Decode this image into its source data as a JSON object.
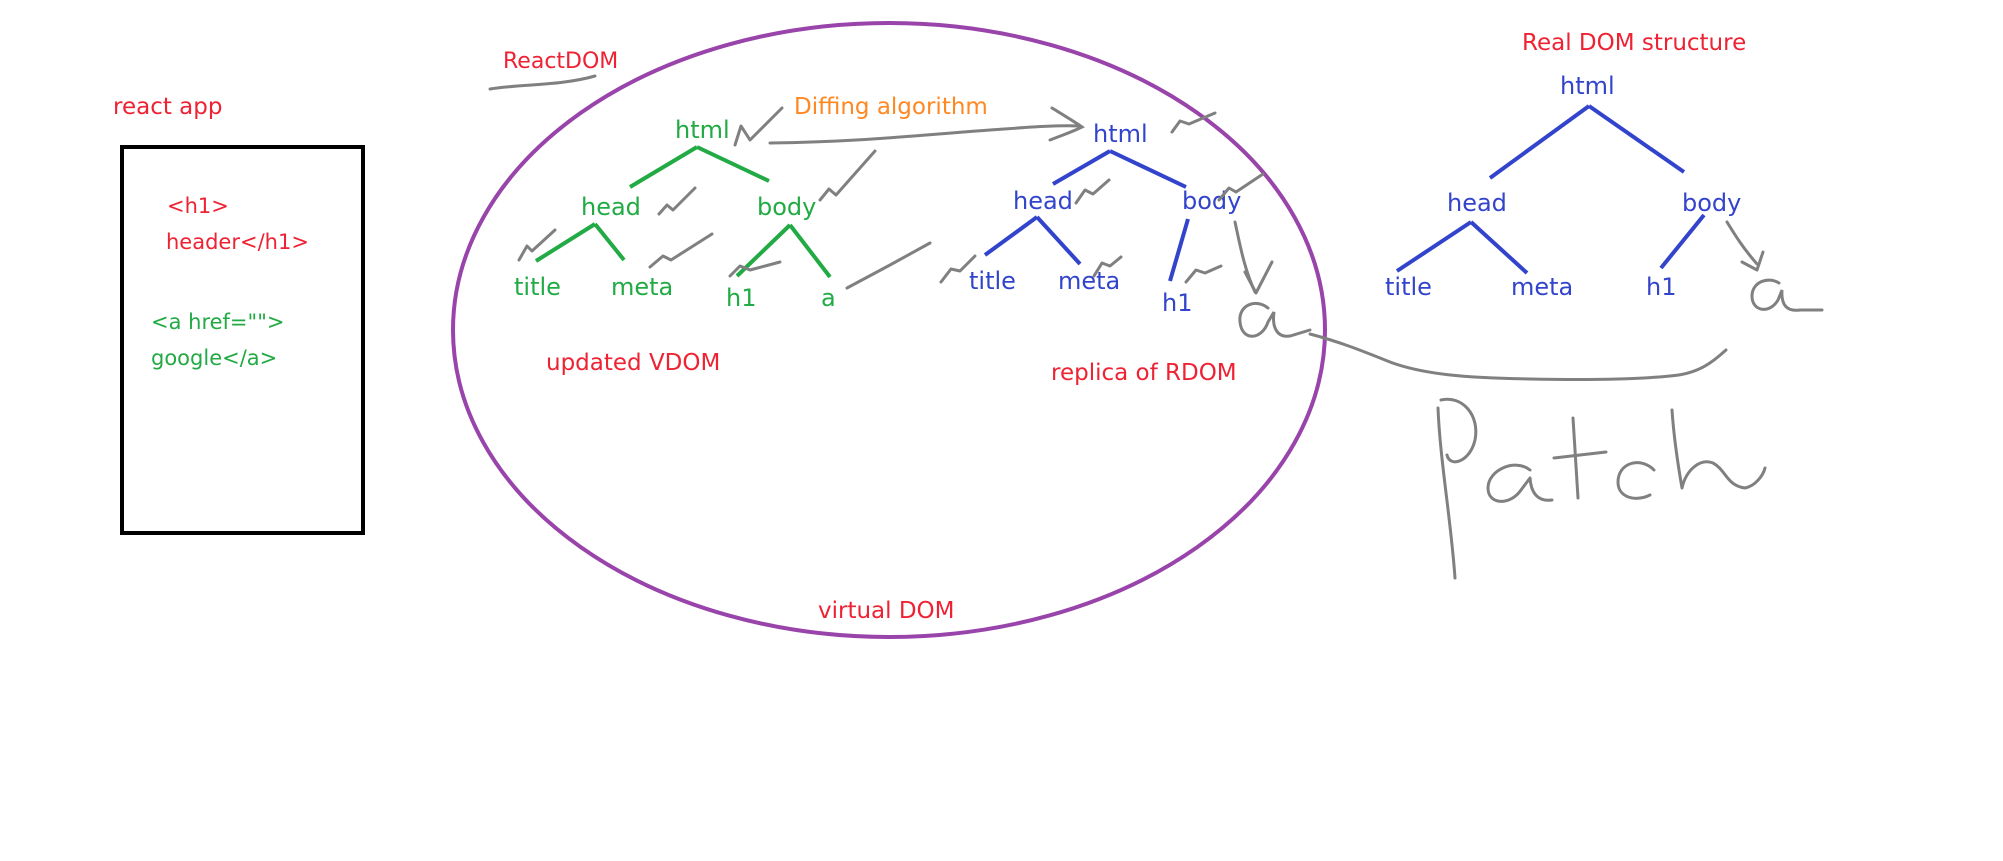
{
  "react_app": {
    "label": "react app",
    "code_line_1": "<h1>",
    "code_line_2": "header</h1>",
    "code_line_3": "<a href=\"\">",
    "code_line_4": "google</a>"
  },
  "react_dom": {
    "label": "ReactDOM",
    "virtual_dom_label": "virtual DOM",
    "updated_vdom_label": "updated VDOM",
    "replica_label": "replica of RDOM",
    "diffing_label": "Diffing algorithm",
    "vdom_tree": {
      "html": "html",
      "head": "head",
      "body": "body",
      "title": "title",
      "meta": "meta",
      "h1": "h1",
      "a": "a"
    },
    "replica_tree": {
      "html": "html",
      "head": "head",
      "body": "body",
      "title": "title",
      "meta": "meta",
      "h1": "h1"
    }
  },
  "real_dom": {
    "label": "Real DOM structure",
    "tree": {
      "html": "html",
      "head": "head",
      "body": "body",
      "title": "title",
      "meta": "meta",
      "h1": "h1"
    }
  },
  "handwritten_patch": "Patch",
  "handwritten_a": "a",
  "colors": {
    "label_red": "#ee2233",
    "vdom_green": "#22aa44",
    "rdom_blue": "#3344cc",
    "diff_orange": "#ff8822",
    "ellipse_purple": "#9944aa",
    "pen_gray": "#808080",
    "box_black": "#000000"
  }
}
